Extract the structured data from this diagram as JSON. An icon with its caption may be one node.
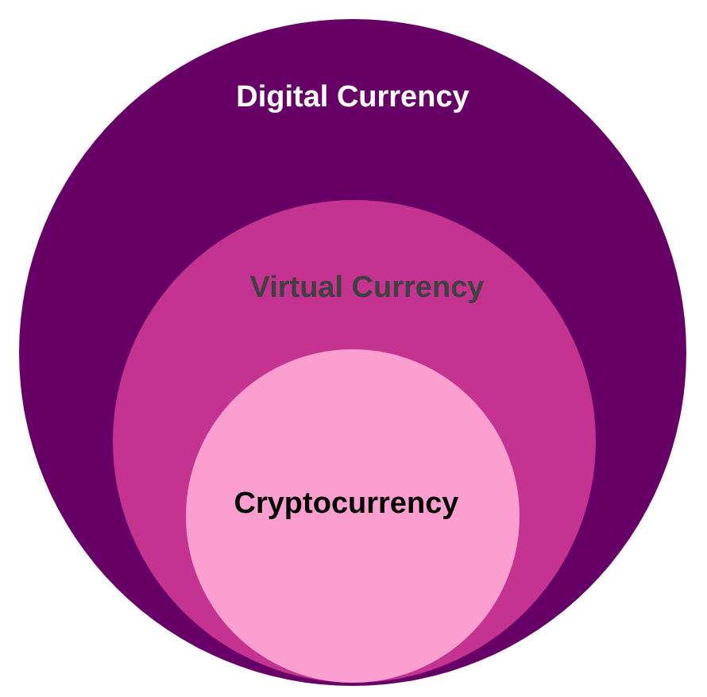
{
  "diagram": {
    "nodes": [
      {
        "text": [
          "Digital Currency"
        ]
      },
      {
        "text": [
          "Virtual Currency"
        ],
        "in": 0
      },
      {
        "text": [
          "Cryptocurrency"
        ],
        "in": 1
      }
    ]
  }
}
